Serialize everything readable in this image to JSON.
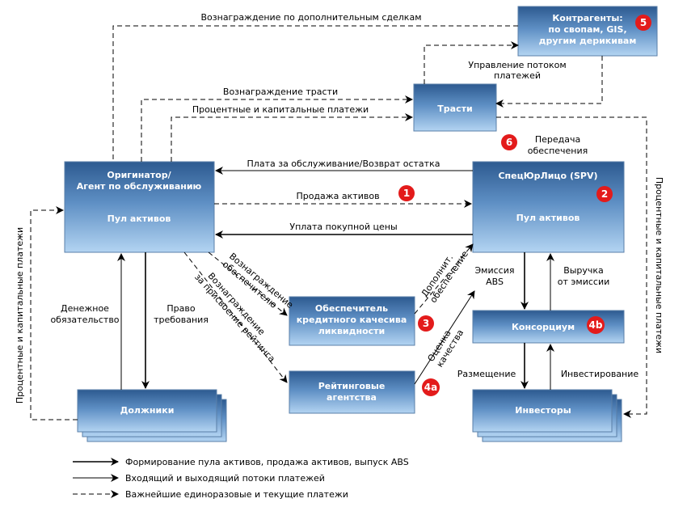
{
  "boxes": {
    "originator_title": "Оригинатор/",
    "originator_title2": "Агент по обслуживанию",
    "originator_pool": "Пул активов",
    "spv_title": "СпецЮрЛицо (SPV)",
    "spv_pool": "Пул активов",
    "trustee": "Трасти",
    "counterparties_l1": "Контрагенты:",
    "counterparties_l2": "по свопам, GIS,",
    "counterparties_l3": "другим дерикивам",
    "enhancer_l1": "Обеспечитель",
    "enhancer_l2": "кредитного качесива",
    "enhancer_l3": "ликвидности",
    "rating_l1": "Рейтинговые",
    "rating_l2": "агентства",
    "consortium": "Консорциум",
    "debtors": "Должники",
    "investors": "Инвесторы"
  },
  "badges": {
    "b1": "1",
    "b2": "2",
    "b3": "3",
    "b4a": "4a",
    "b4b": "4b",
    "b5": "5",
    "b6": "6"
  },
  "labels": {
    "extra_deals": "Вознаграждение по дополнительным сделкам",
    "payment_flow_l1": "Управление потоком",
    "payment_flow_l2": "платежей",
    "trustee_fee": "Вознаграждение трасти",
    "interest_capital": "Процентные и капитальные платежи",
    "collateral_l1": "Передача",
    "collateral_l2": "обеспечения",
    "servicing_fee": "Плата за обслуживание/Возврат остатка",
    "asset_sale": "Продажа активов",
    "purchase_price": "Уплата покупной цены",
    "enhancer_fee_l1": "Вознаграждение",
    "enhancer_fee_l2": "обеспечителю",
    "rating_fee_l1": "Вознаграждение",
    "rating_fee_l2": "за присвоение рейтинга",
    "additional_l1": "Дополнит.",
    "additional_l2": "обеспечение",
    "rating_assess_l1": "Оценка",
    "rating_assess_l2": "качества",
    "abs_issue_l1": "Эмиссия",
    "abs_issue_l2": "ABS",
    "proceeds_l1": "Выручка",
    "proceeds_l2": "от эмиссии",
    "money_obligation_l1": "Денежное",
    "money_obligation_l2": "обязательство",
    "claim_right_l1": "Право",
    "claim_right_l2": "требования",
    "placement": "Размещение",
    "investing": "Инвестирование",
    "left_vertical": "Процентные и капитальные платежи",
    "right_vertical": "Процентные и капитальные платежи"
  },
  "legend": {
    "solid_bold": "Формирование пула активов, продажа активов, выпуск ABS",
    "solid_thin": "Входящий и выходящий потоки платежей",
    "dashed": "Важнейшие единоразовые и текущие платежи"
  },
  "colors": {
    "box_top": "#2f5d93",
    "box_bottom": "#a9cdef",
    "badge": "#e31b1b"
  }
}
